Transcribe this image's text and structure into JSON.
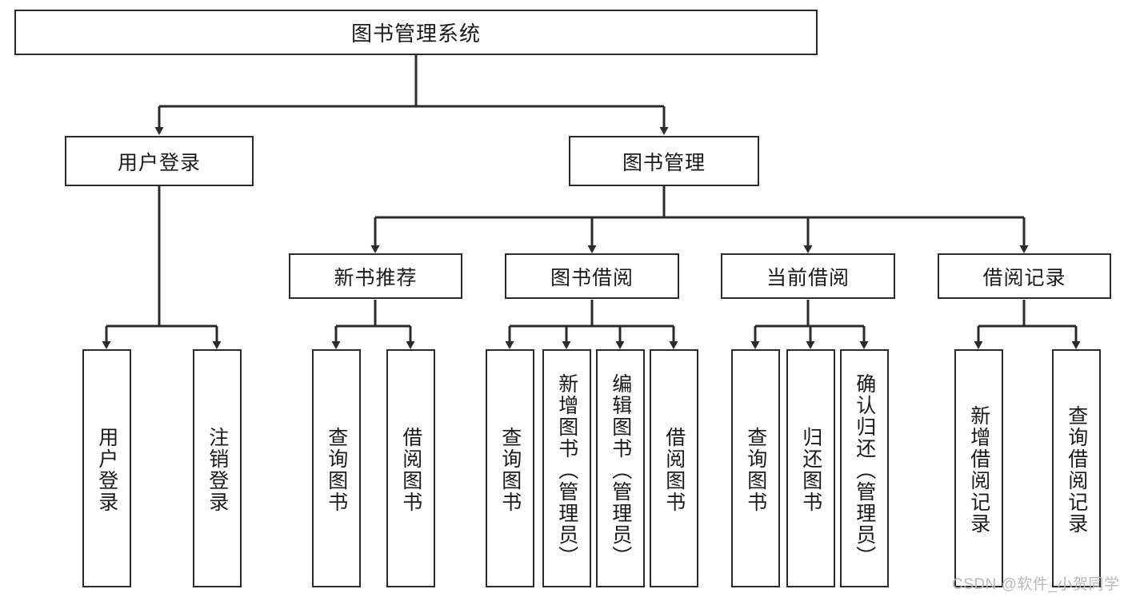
{
  "diagram": {
    "title": "图书管理系统",
    "type": "hierarchy-tree",
    "style": {
      "box_border_color": "#2b2b2b",
      "box_fill": "#ffffff",
      "line_color": "#2b2b2b",
      "text_color": "#1a1a1a",
      "background": "#ffffff"
    },
    "root": {
      "label": "图书管理系统"
    },
    "level2": [
      {
        "label": "用户登录"
      },
      {
        "label": "图书管理"
      }
    ],
    "level3": [
      {
        "label": "新书推荐"
      },
      {
        "label": "图书借阅"
      },
      {
        "label": "当前借阅"
      },
      {
        "label": "借阅记录"
      }
    ],
    "leaves": {
      "user_login": [
        {
          "label": "用户登录"
        },
        {
          "label": "注销登录"
        }
      ],
      "new_book_recommend": [
        {
          "label": "查询图书"
        },
        {
          "label": "借阅图书"
        }
      ],
      "book_borrow": [
        {
          "label": "查询图书"
        },
        {
          "label": "新增图书（管理员）"
        },
        {
          "label": "编辑图书（管理员）"
        },
        {
          "label": "借阅图书"
        }
      ],
      "current_borrow": [
        {
          "label": "查询图书"
        },
        {
          "label": "归还图书"
        },
        {
          "label": "确认归还（管理员）"
        }
      ],
      "borrow_record": [
        {
          "label": "新增借阅记录"
        },
        {
          "label": "查询借阅记录"
        }
      ]
    }
  },
  "watermark": {
    "text": "CSDN @软件_小贺同学"
  }
}
